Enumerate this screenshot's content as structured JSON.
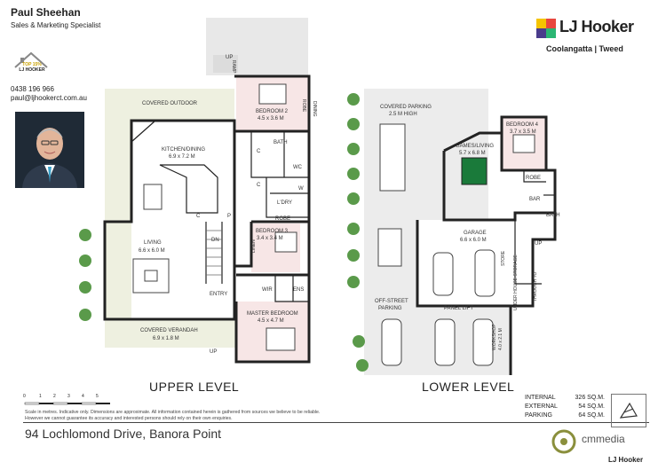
{
  "agent": {
    "name": "Paul Sheehan",
    "title": "Sales & Marketing Specialist",
    "award_line1": "TOP 15%",
    "award_line2": "LJ HOOKER",
    "phone": "0438 196 966",
    "email": "paul@ljhookerct.com.au"
  },
  "brand": {
    "name": "LJ Hooker",
    "office": "Coolangatta | Tweed",
    "accent_colors": [
      "#f5c400",
      "#e8473f",
      "#4a3c8c",
      "#2bb673"
    ],
    "footer": "LJ Hooker"
  },
  "photographer": {
    "name": "cmmedia"
  },
  "upper_level": {
    "heading": "UPPER LEVEL",
    "rooms": {
      "covered_outdoor": "COVERED OUTDOOR",
      "kitchen": "KITCHEN/DINING",
      "kitchen_size": "6.9 x 7.2 M",
      "living": "LIVING",
      "living_size": "6.6 x 6.0 M",
      "verandah": "COVERED VERANDAH",
      "verandah_size": "6.9 x 1.8 M",
      "entry": "ENTRY",
      "bed2": "BEDROOM 2",
      "bed2_size": "4.5 x 3.6 M",
      "bath": "BATH",
      "wc": "WC",
      "ldry": "L'DRY",
      "robe1": "ROBE",
      "robe2": "ROBE",
      "bed3": "BEDROOM 3",
      "bed3_size": "3.4 x 3.4 M",
      "linen": "LINEN",
      "wir": "WIR",
      "ens": "ENS",
      "master": "MASTER BEDROOM",
      "master_size": "4.5 x 4.7 M",
      "dining": "DINING",
      "ramp": "RAMP",
      "dn": "DN",
      "up": "UP",
      "up2": "UP",
      "c1": "C",
      "c2": "C",
      "c3": "C",
      "p": "P",
      "w": "W"
    }
  },
  "lower_level": {
    "heading": "LOWER LEVEL",
    "rooms": {
      "covered_parking": "COVERED PARKING",
      "covered_parking_height": "2.5 M HIGH",
      "games": "GAMES/LIVING",
      "games_size": "5.7 x 6.8 M",
      "bed4": "BEDROOM 4",
      "bed4_size": "3.7 x 3.5 M",
      "robe": "ROBE",
      "bar": "BAR",
      "bath": "BATH",
      "garage": "GARAGE",
      "garage_size": "6.6 x 6.0 M",
      "store": "STORE",
      "panel_lift": "PANEL LIFT",
      "offstreet": "OFF-STREET",
      "offstreet2": "PARKING",
      "workshop": "WORKSHOP",
      "workshop_size": "4.0 x 2.1 M",
      "through": "THROUGH TO",
      "under": "UNDER HOUSE STORAGE",
      "up": "UP"
    }
  },
  "scale": {
    "ticks": [
      "0",
      "1",
      "2",
      "3",
      "4",
      "5"
    ],
    "note": "Scale in metres. Indicative only."
  },
  "disclaimer": "Scale in metres. Indicative only. Dimensions are approximate. All information contained herein is gathered from sources we believe to be reliable. However we cannot guarantee its accuracy and interested persons should rely on their own enquiries.",
  "address": "94 Lochlomond Drive, Banora Point",
  "areas": [
    {
      "label": "INTERNAL",
      "value": "326 SQ.M."
    },
    {
      "label": "EXTERNAL",
      "value": "54 SQ.M."
    },
    {
      "label": "PARKING",
      "value": "64 SQ.M."
    }
  ]
}
